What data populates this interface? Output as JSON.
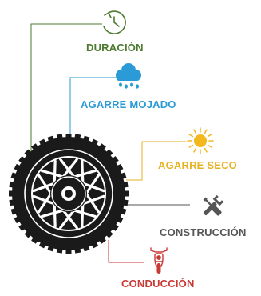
{
  "colors": {
    "duration": "#4c7a2e",
    "wet": "#2a9bd6",
    "dry": "#e6b221",
    "construction": "#555555",
    "riding": "#c93a36",
    "tire": "#1a1a1a"
  },
  "features": [
    {
      "key": "duration",
      "label": "DURACIÓN",
      "icon": "clock-arrow-icon"
    },
    {
      "key": "wet",
      "label": "AGARRE MOJADO",
      "icon": "rain-cloud-icon"
    },
    {
      "key": "dry",
      "label": "AGARRE SECO",
      "icon": "sun-icon"
    },
    {
      "key": "construction",
      "label": "CONSTRUCCIÓN",
      "icon": "tools-icon"
    },
    {
      "key": "riding",
      "label": "CONDUCCIÓN",
      "icon": "motorcycle-icon"
    }
  ],
  "center": {
    "icon": "tire-icon"
  }
}
